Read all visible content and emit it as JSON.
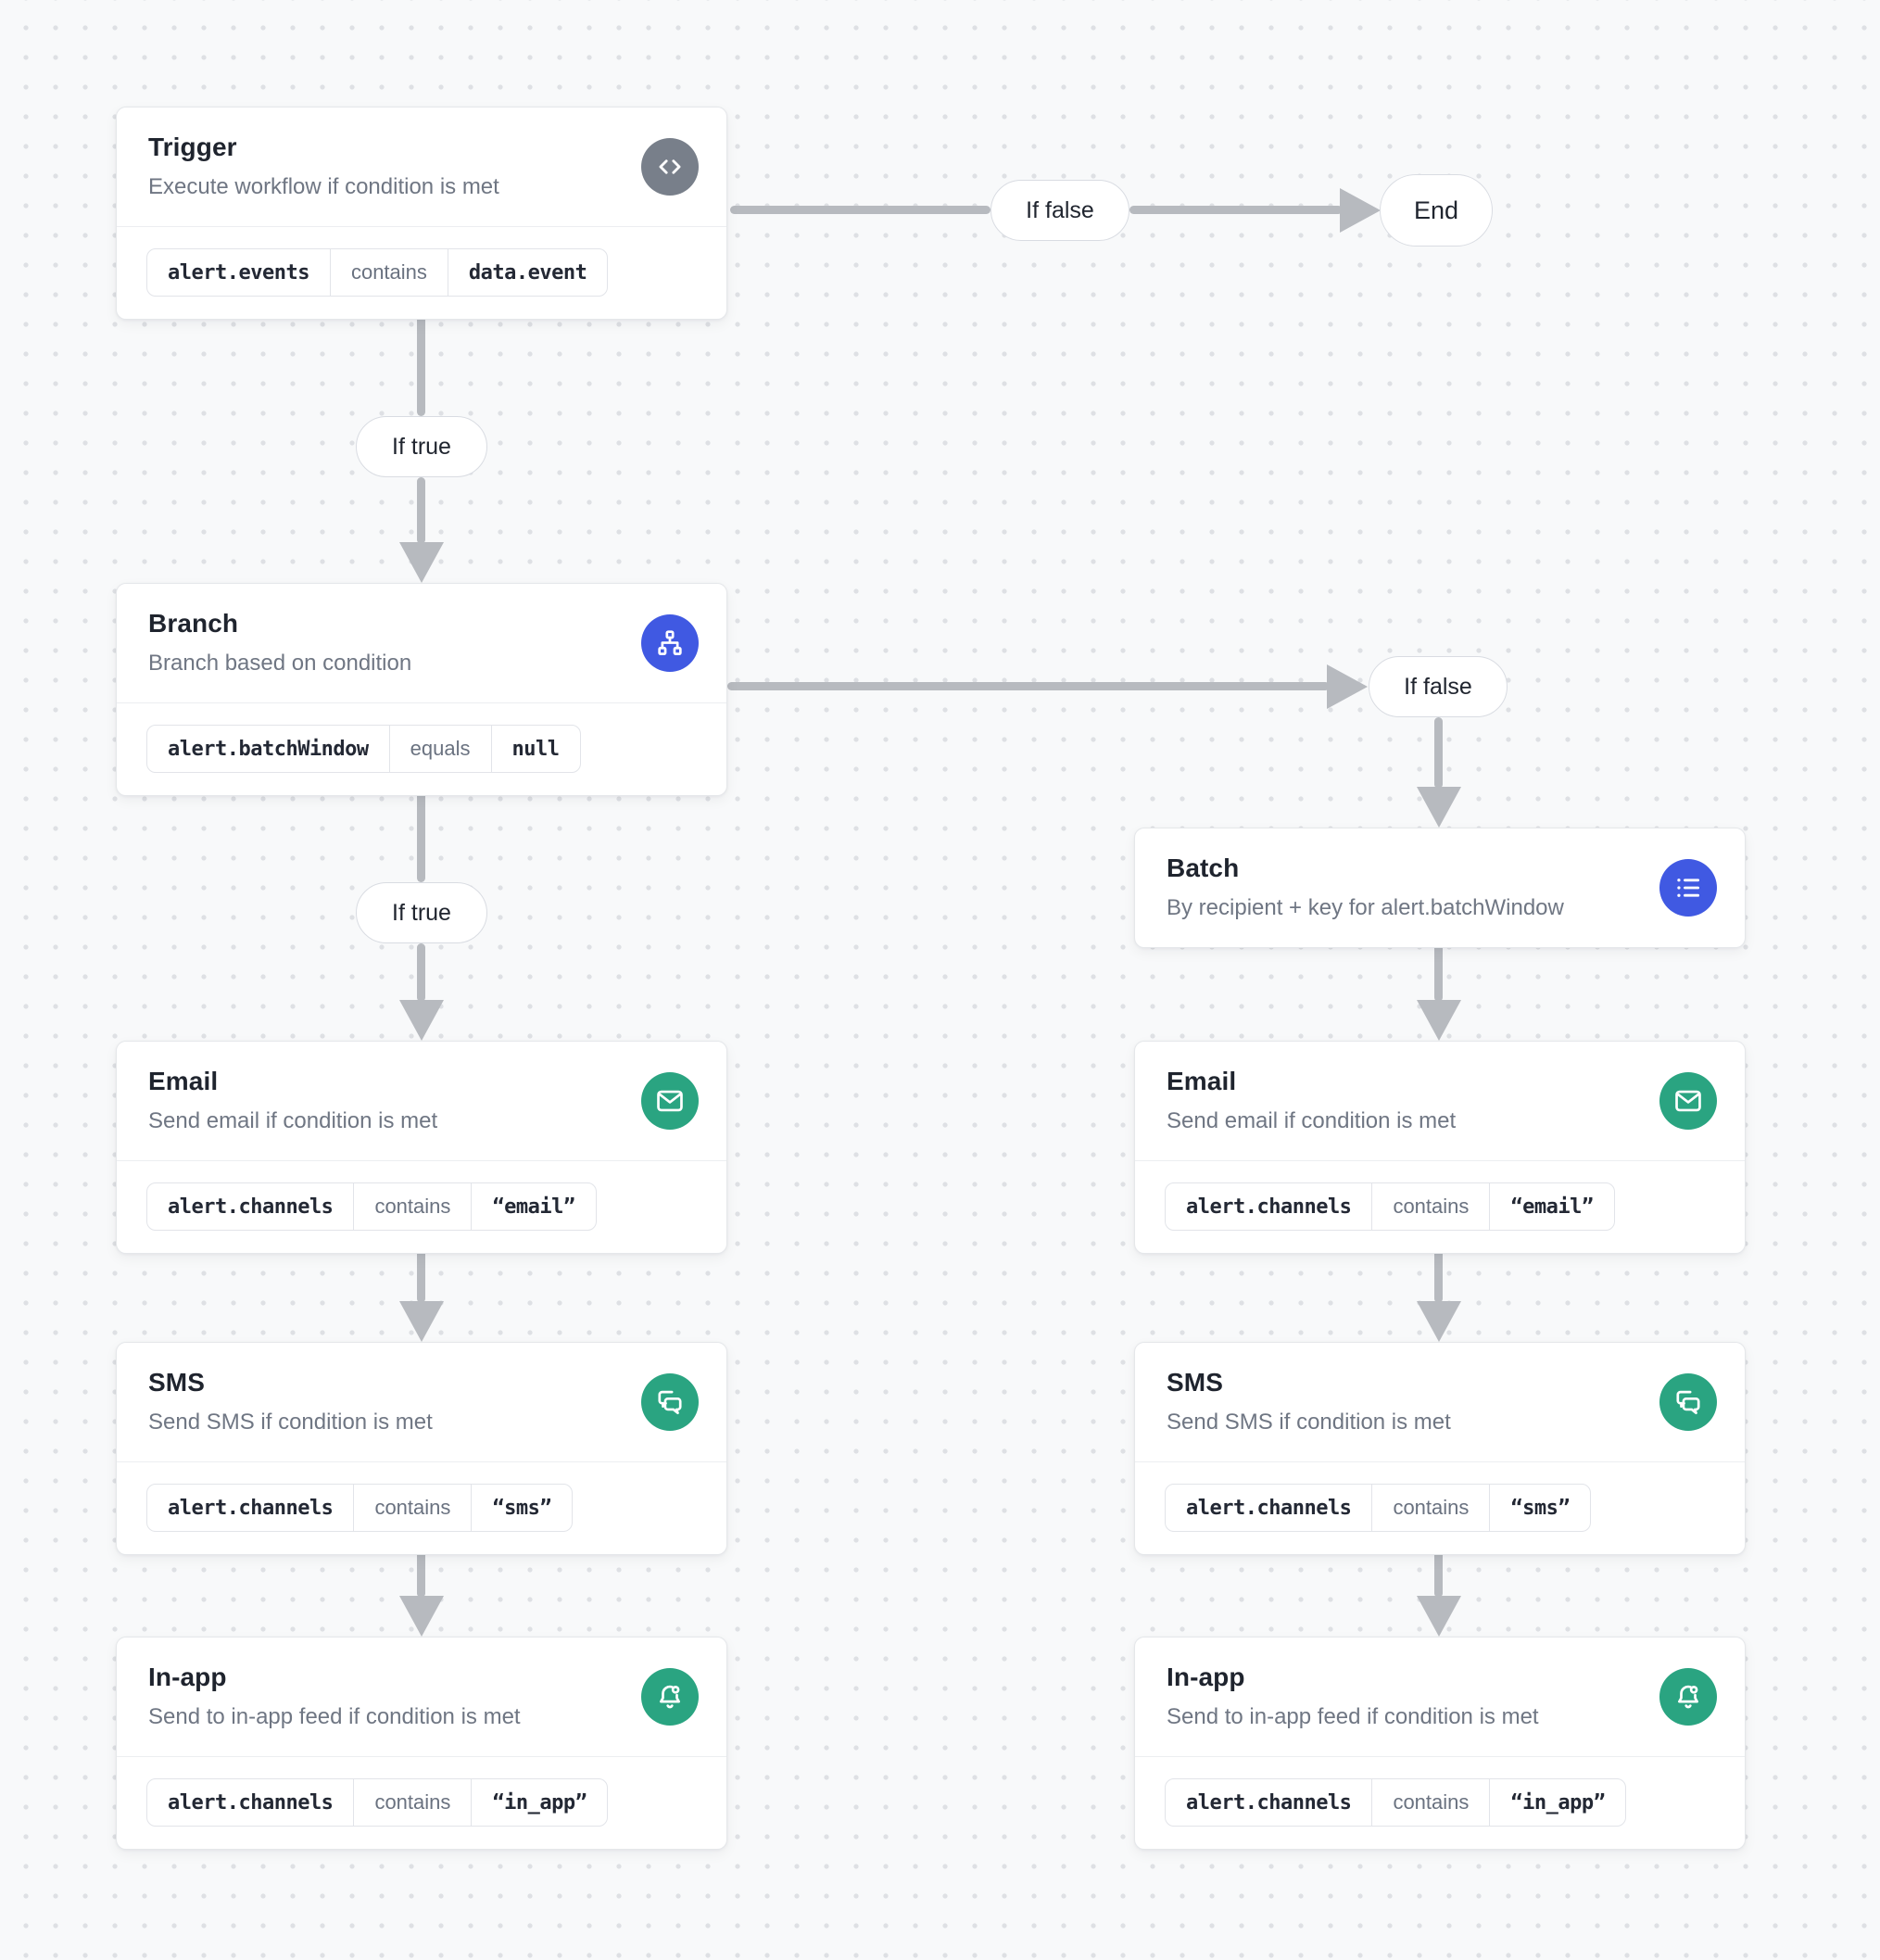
{
  "canvas": {
    "background_color": "#f8f9fa",
    "dot_grid_color": "#dee0e4"
  },
  "colors": {
    "trigger_icon_gray": "#787f8a",
    "logic_icon_blue": "#4059e2",
    "channel_icon_green": "#2aa481",
    "arrow_gray": "#b7babf",
    "card_border": "#e5e7ea"
  },
  "terminals": {
    "end_label": "End"
  },
  "edges": [
    {
      "from": "trigger",
      "to": "end",
      "label": "If false"
    },
    {
      "from": "trigger",
      "to": "branch",
      "label": "If true"
    },
    {
      "from": "branch",
      "to": "batch",
      "label": "If false"
    },
    {
      "from": "branch",
      "to": "email-immediate",
      "label": "If true"
    },
    {
      "from": "email-immediate",
      "to": "sms-immediate",
      "label": ""
    },
    {
      "from": "sms-immediate",
      "to": "in-app-immediate",
      "label": ""
    },
    {
      "from": "batch",
      "to": "email-batched",
      "label": ""
    },
    {
      "from": "email-batched",
      "to": "sms-batched",
      "label": ""
    },
    {
      "from": "sms-batched",
      "to": "in-app-batched",
      "label": ""
    }
  ],
  "nodes": [
    {
      "id": "trigger",
      "title": "Trigger",
      "subtitle": "Execute workflow if condition is met",
      "icon": "code-icon",
      "icon_color": "#787f8a",
      "condition": {
        "field": "alert.events",
        "operator": "contains",
        "value": "data.event"
      }
    },
    {
      "id": "branch",
      "title": "Branch",
      "subtitle": "Branch based on condition",
      "icon": "sitemap-icon",
      "icon_color": "#4059e2",
      "condition": {
        "field": "alert.batchWindow",
        "operator": "equals",
        "value": "null"
      }
    },
    {
      "id": "batch",
      "title": "Batch",
      "subtitle": "By recipient + key for alert.batchWindow",
      "icon": "list-icon",
      "icon_color": "#4059e2"
    },
    {
      "id": "email-immediate",
      "title": "Email",
      "subtitle": "Send email if condition is met",
      "icon": "mail-icon",
      "icon_color": "#2aa481",
      "condition": {
        "field": "alert.channels",
        "operator": "contains",
        "value": "“email”"
      }
    },
    {
      "id": "sms-immediate",
      "title": "SMS",
      "subtitle": "Send SMS if condition is met",
      "icon": "chat-icon",
      "icon_color": "#2aa481",
      "condition": {
        "field": "alert.channels",
        "operator": "contains",
        "value": "“sms”"
      }
    },
    {
      "id": "in-app-immediate",
      "title": "In-app",
      "subtitle": "Send to in-app feed if condition is met",
      "icon": "bell-dot-icon",
      "icon_color": "#2aa481",
      "condition": {
        "field": "alert.channels",
        "operator": "contains",
        "value": "“in_app”"
      }
    },
    {
      "id": "email-batched",
      "title": "Email",
      "subtitle": "Send email if condition is met",
      "icon": "mail-icon",
      "icon_color": "#2aa481",
      "condition": {
        "field": "alert.channels",
        "operator": "contains",
        "value": "“email”"
      }
    },
    {
      "id": "sms-batched",
      "title": "SMS",
      "subtitle": "Send SMS if condition is met",
      "icon": "chat-icon",
      "icon_color": "#2aa481",
      "condition": {
        "field": "alert.channels",
        "operator": "contains",
        "value": "“sms”"
      }
    },
    {
      "id": "in-app-batched",
      "title": "In-app",
      "subtitle": "Send to in-app feed if condition is met",
      "icon": "bell-dot-icon",
      "icon_color": "#2aa481",
      "condition": {
        "field": "alert.channels",
        "operator": "contains",
        "value": "“in_app”"
      }
    }
  ]
}
